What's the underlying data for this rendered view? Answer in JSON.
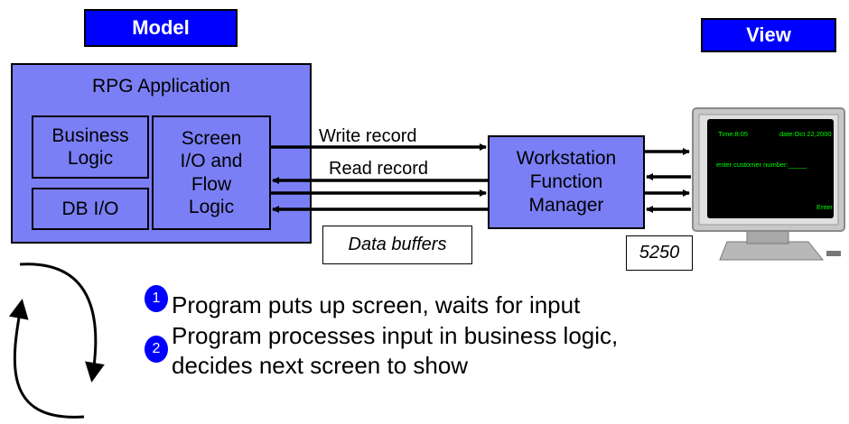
{
  "model_label": "Model",
  "view_label": "View",
  "app": {
    "title": "RPG Application",
    "business_logic": [
      "Business",
      "Logic"
    ],
    "db_io": "DB I/O",
    "screen_io": [
      "Screen",
      "I/O and",
      "Flow",
      "Logic"
    ]
  },
  "write_record": "Write record",
  "read_record": "Read record",
  "data_buffers": "Data buffers",
  "wfm": [
    "Workstation",
    "Function",
    "Manager"
  ],
  "terminal": {
    "label": "5250",
    "time": "Time:8:05",
    "date": "date:Oct 22,2000",
    "prompt": "enter customer number:_____",
    "enter": "Enter"
  },
  "steps": [
    {
      "num": "1",
      "line1": "Program puts up screen, waits for input"
    },
    {
      "num": "2",
      "line1": "Program processes input in business logic,",
      "line2": "decides next screen to show"
    }
  ],
  "colors": {
    "tag_blue": "#0000ff",
    "box_fill": "#7b7ff5",
    "screen_text": "#00ff00"
  }
}
